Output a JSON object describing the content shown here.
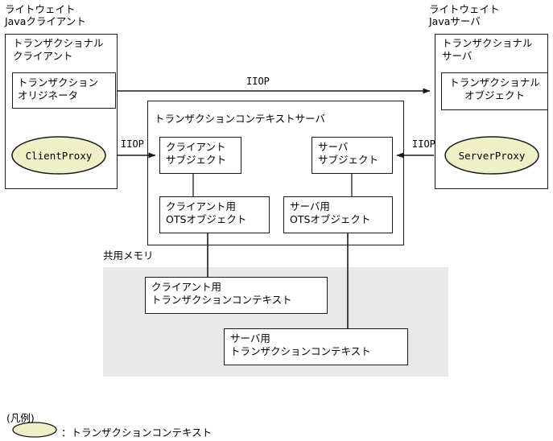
{
  "diagram": {
    "title_client_zone": "ライトウェイト\nJavaクライアント",
    "title_server_zone": "ライトウェイト\nJavaサーバ",
    "client_container_label": "トランザクショナル\nクライアント",
    "client_originator_label": "トランザクション\nオリジネータ",
    "client_proxy_label": "ClientProxy",
    "context_server_label": "トランザクションコンテキストサーバ",
    "client_subject_label": "クライアント\nサブジェクト",
    "server_subject_label": "サーバ\nサブジェクト",
    "client_ots_label": "クライアント用\nOTSオブジェクト",
    "server_ots_label": "サーバ用\nOTSオブジェクト",
    "server_container_label": "トランザクショナル\nサーバ",
    "transactional_object_label": "トランザクショナル\nオブジェクト",
    "server_proxy_label": "ServerProxy",
    "shared_memory_label": "共用メモリ",
    "client_context_label": "クライアント用\nトランザクションコンテキスト",
    "server_context_label": "サーバ用\nトランザクションコンテキスト",
    "protocol_top": "IIOP",
    "protocol_left": "IIOP",
    "protocol_right": "IIOP",
    "legend_title": "(凡例)",
    "legend_entry": "：トランザクションコンテキスト",
    "colors": {
      "proxy_fill": "#efefc8",
      "shared_memory_fill": "#e9e9e9",
      "stroke": "#1a1a1a",
      "background": "#ffffff"
    }
  }
}
